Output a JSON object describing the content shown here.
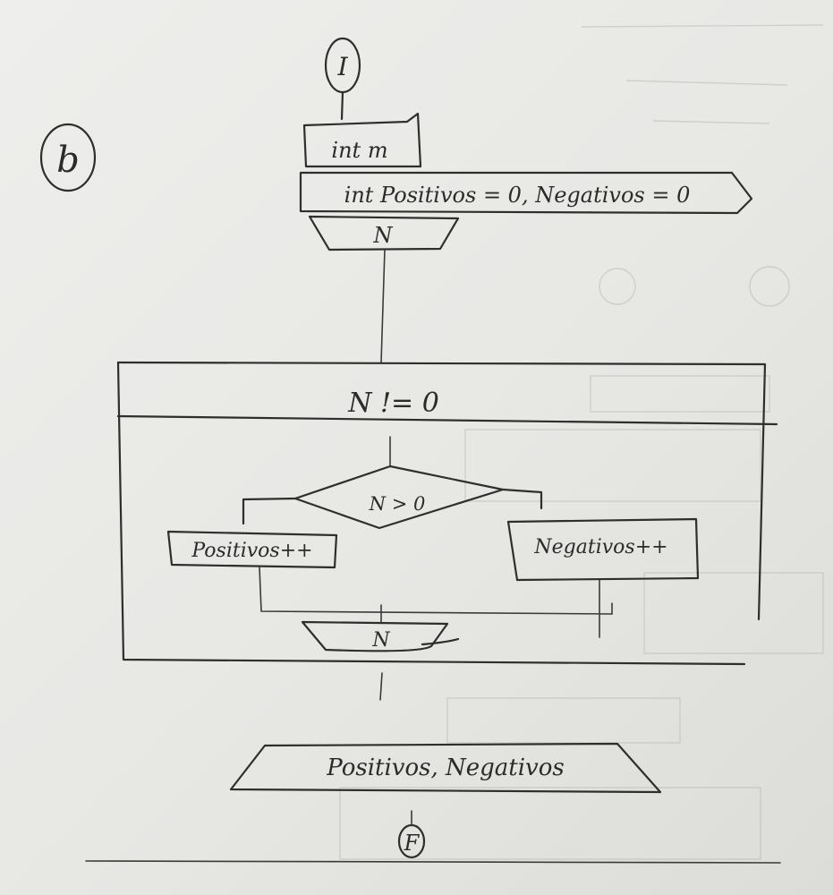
{
  "diagram": {
    "part_label": "b",
    "start_label": "I",
    "end_label": "F",
    "steps": {
      "declare": "int m",
      "init": "int Positivos = 0, Negativos = 0",
      "read_n": "N",
      "loop_condition": "N != 0",
      "decision": "N > 0",
      "true_branch": "Positivos++",
      "false_branch": "Negativos++",
      "read_n_again": "N",
      "output": "Positivos, Negativos"
    }
  }
}
